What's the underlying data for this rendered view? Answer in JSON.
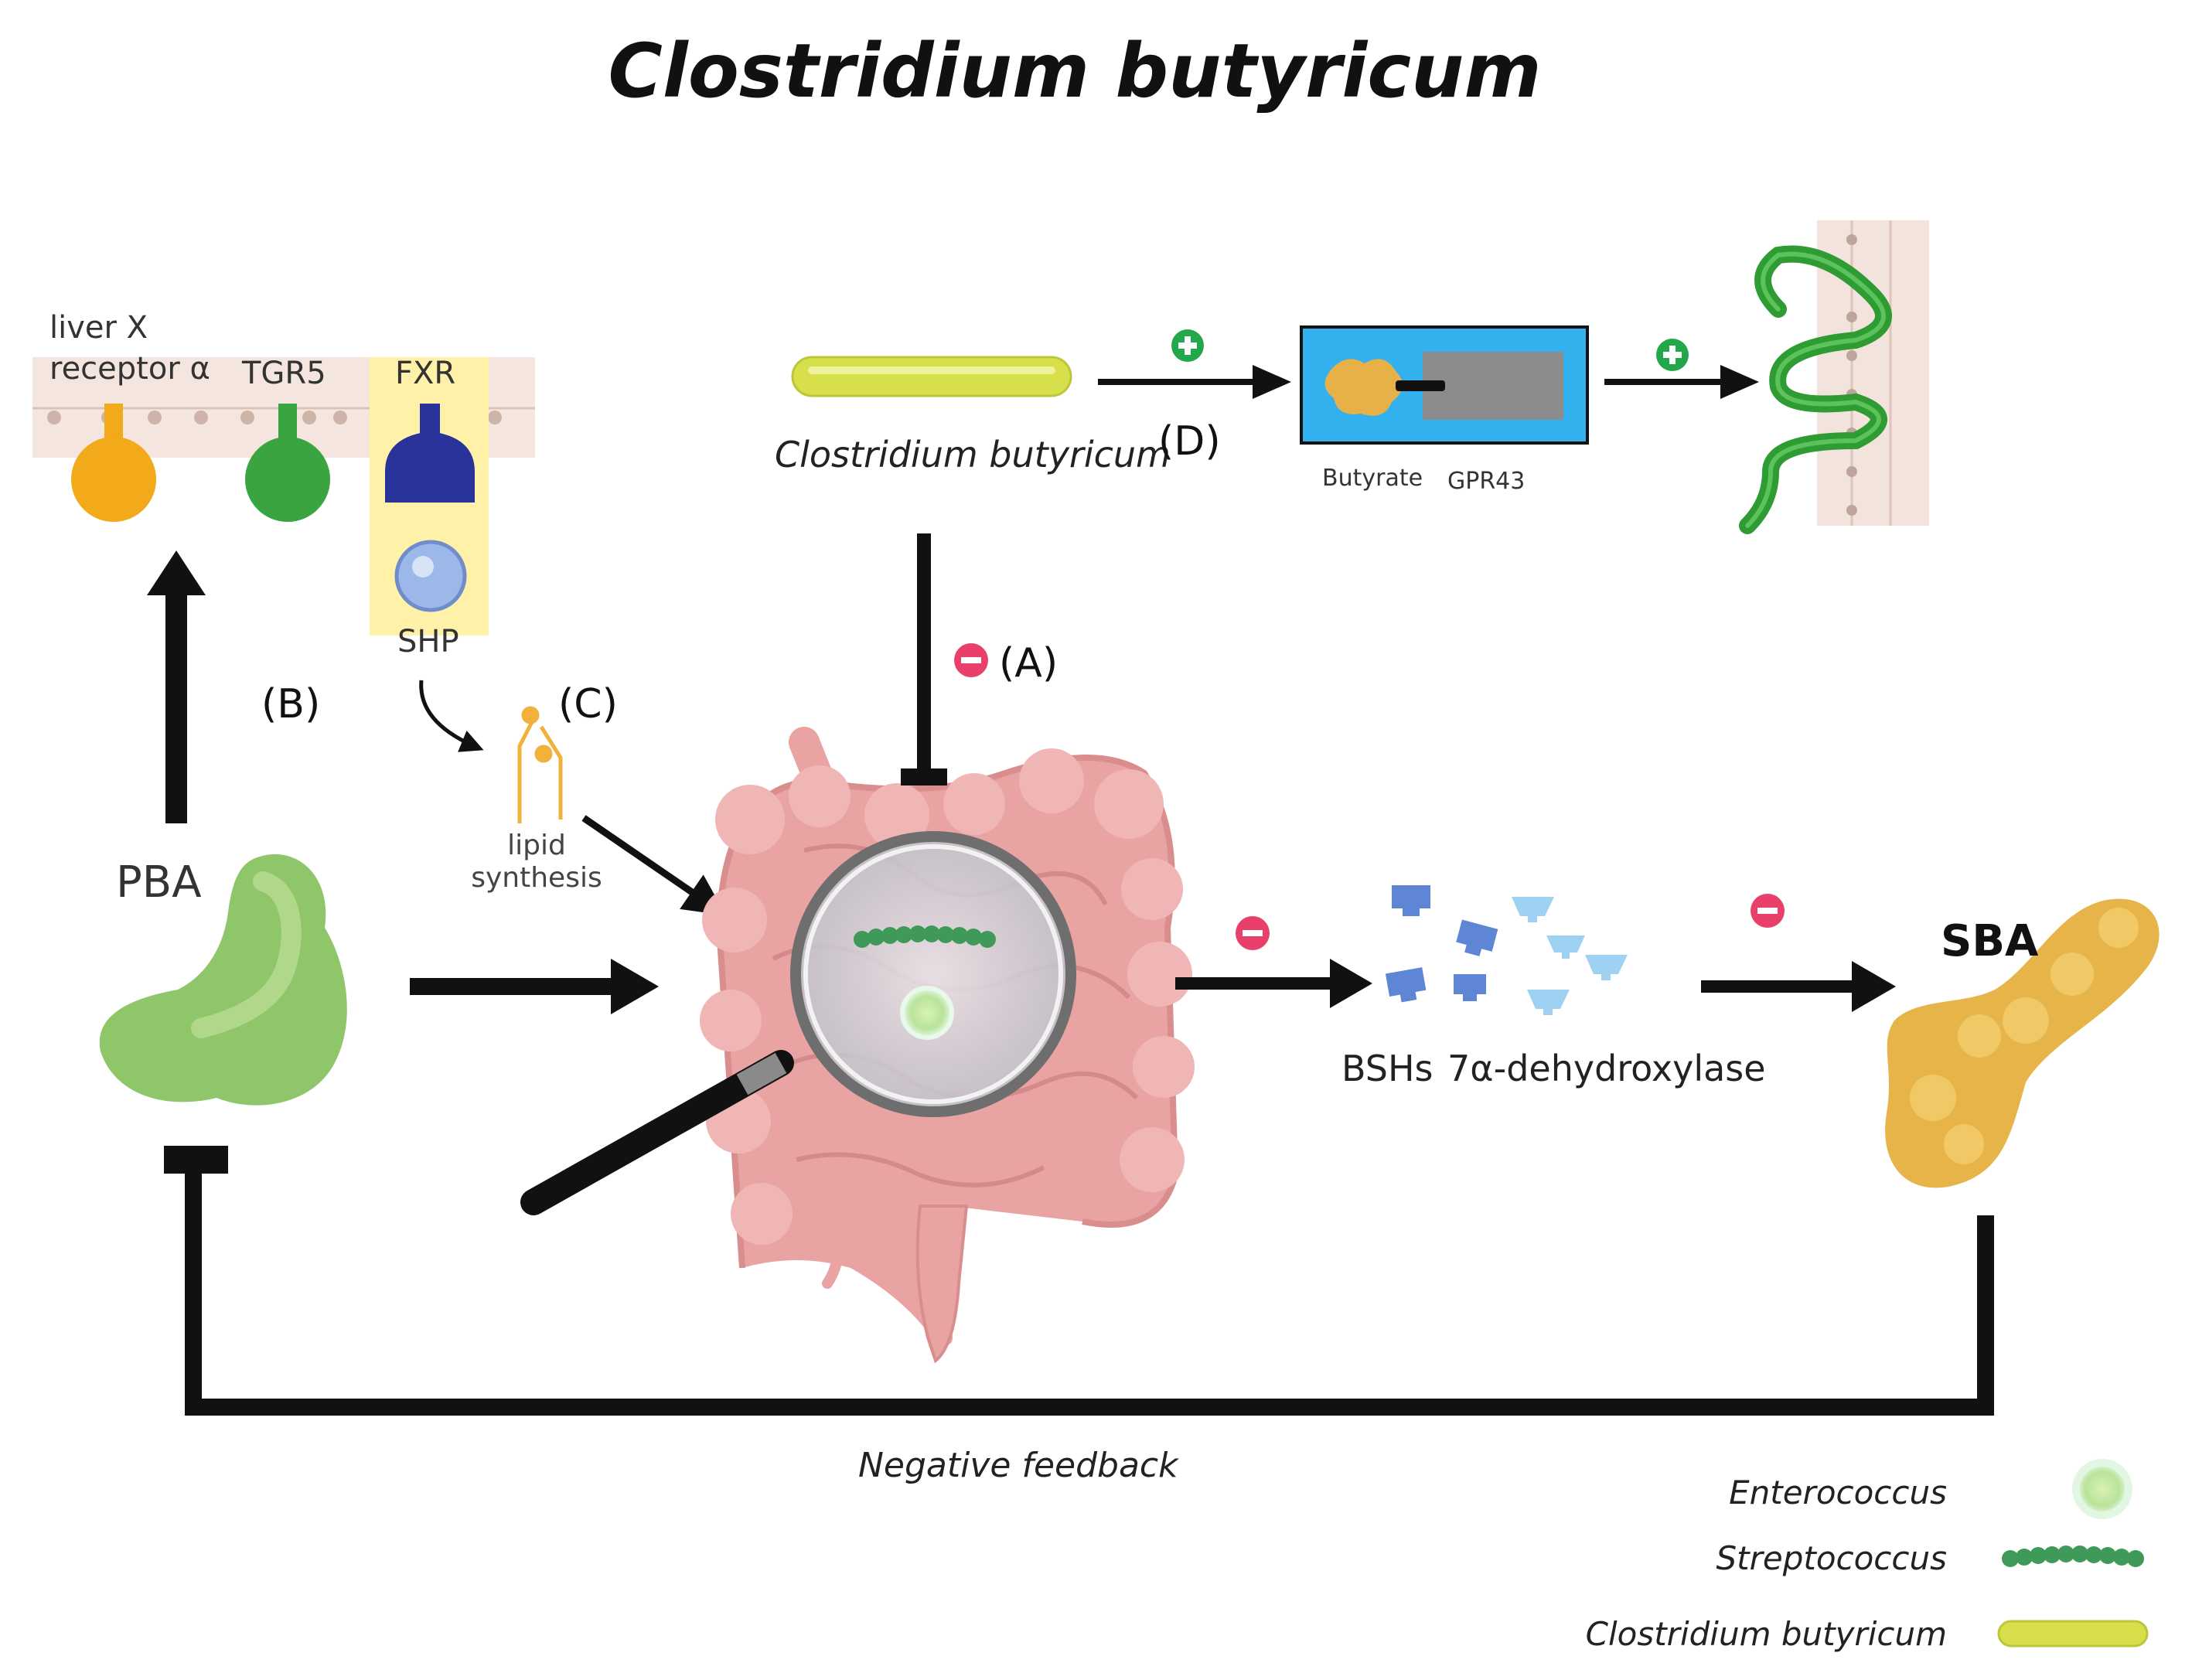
{
  "title": "Clostridium butyricum",
  "receptors": {
    "lxr_label_line1": "liver X",
    "lxr_label_line2": "receptor α",
    "tgr5_label": "TGR5",
    "fxr_label": "FXR",
    "shp_label": "SHP"
  },
  "labels": {
    "B": "(B)",
    "C": "(C)",
    "A": "(A)",
    "D": "(D)",
    "lipid_line1": "lipid",
    "lipid_line2": "synthesis",
    "pba": "PBA",
    "sba": "SBA",
    "bshs": "BSHs",
    "dehydroxylase": "7α-dehydroxylase",
    "butyrate": "Butyrate",
    "gpr43": "GPR43",
    "cb_caption": "Clostridium butyricum",
    "negative_feedback": "Negative feedback"
  },
  "legend": [
    {
      "label": "Enterococcus",
      "icon": "enterococcus-icon"
    },
    {
      "label": "Streptococcus",
      "icon": "streptococcus-icon"
    },
    {
      "label": "Clostridium butyricum",
      "icon": "clostridium-icon"
    }
  ],
  "colors": {
    "plus": "#22a84a",
    "minus": "#e8406a",
    "lxr": "#f2a91a",
    "tgr5": "#3aa540",
    "fxr": "#2a3399",
    "shp": "#9cb8e8",
    "highlight": "#fff1a8",
    "pba": "#8fc66a",
    "sba": "#e6b449",
    "gut": "#e9a3a3",
    "bsh_dark": "#5f86d4",
    "bsh_light": "#9fd2f2",
    "gpr_box": "#33b0ee",
    "gpr43": "#8c8c8c",
    "butyrate": "#e8b148",
    "clostridium": "#d7e04b",
    "villi": "#2e9c33"
  }
}
